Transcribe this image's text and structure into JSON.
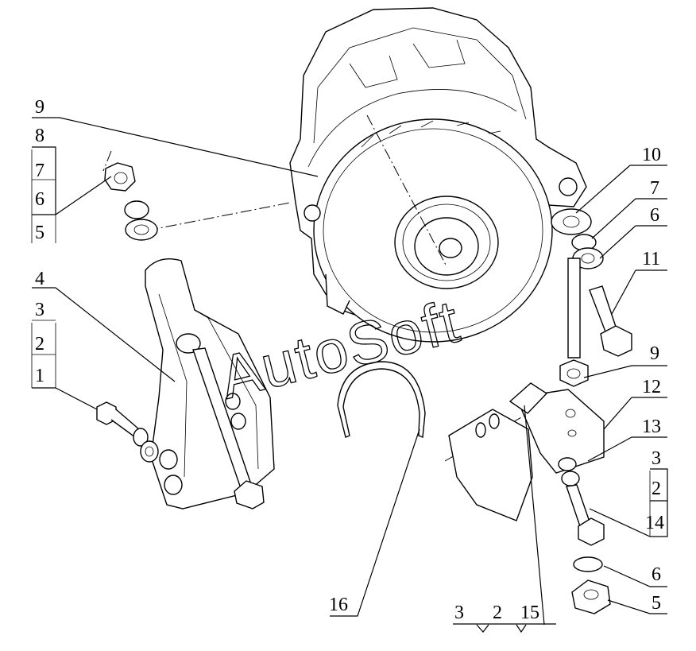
{
  "watermark": "AutoSoft",
  "callouts": {
    "c9_top": "9",
    "c8": "8",
    "c7_left": "7",
    "c6_left": "6",
    "c5_left": "5",
    "c4": "4",
    "c3_left": "3",
    "c2_left": "2",
    "c1": "1",
    "c10": "10",
    "c7_right": "7",
    "c6_right": "6",
    "c11": "11",
    "c9_right": "9",
    "c12": "12",
    "c13": "13",
    "c3_right": "3",
    "c2_right": "2",
    "c14": "14",
    "c6_bottom": "6",
    "c5_bottom": "5",
    "c16": "16",
    "c3_bottom": "3",
    "c2_bottom": "2",
    "c15": "15"
  }
}
